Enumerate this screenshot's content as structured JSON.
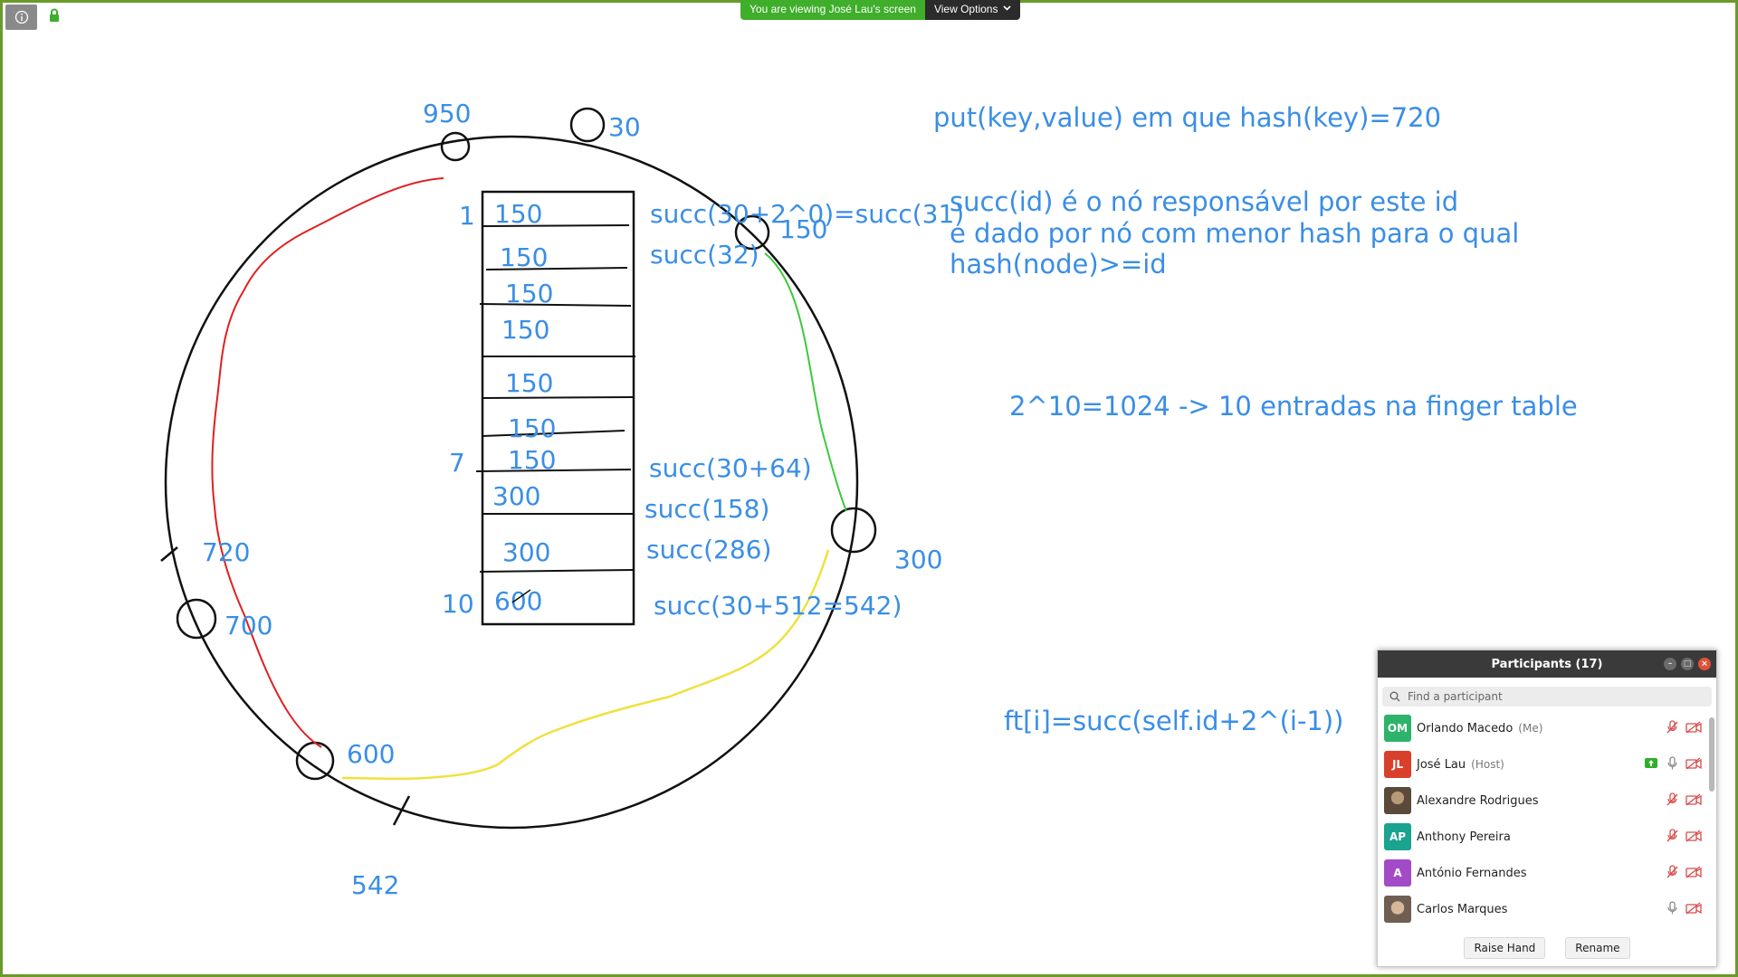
{
  "top_bar": {
    "viewing_message": "You are viewing José Lau's screen",
    "view_options_label": "View Options"
  },
  "whiteboard": {
    "ring_labels": [
      "950",
      "30",
      "150",
      "300",
      "720",
      "700",
      "600",
      "542"
    ],
    "table_index_labels": [
      "1",
      "7",
      "10"
    ],
    "finger_table_values": [
      "150",
      "150",
      "150",
      "150",
      "150",
      "150",
      "150",
      "300",
      "300",
      "600"
    ],
    "succ_annotations": [
      "succ(30+2^0)=succ(31)",
      "succ(32)",
      "succ(30+64)",
      "succ(158)",
      "succ(286)",
      "succ(30+512=542)"
    ],
    "notes": [
      "put(key,value) em que hash(key)=720",
      "succ(id) é o nó responsável por este id",
      "e dado por nó com menor hash para o qual",
      "hash(node)>=id",
      "2^10=1024 -> 10 entradas na finger table",
      "ft[i]=succ(self.id+2^(i-1))"
    ]
  },
  "participants_panel": {
    "title": "Participants (17)",
    "search_placeholder": "Find a participant",
    "participants": [
      {
        "initials": "OM",
        "name": "Orlando Macedo",
        "tag": "(Me)",
        "avatar_color": "#2db36b"
      },
      {
        "initials": "JL",
        "name": "José Lau",
        "tag": "(Host)",
        "avatar_color": "#d9402b"
      },
      {
        "initials": "",
        "name": "Alexandre Rodrigues",
        "tag": "",
        "avatar_color": "#6b5a48"
      },
      {
        "initials": "AP",
        "name": "Anthony Pereira",
        "tag": "",
        "avatar_color": "#1aa38f"
      },
      {
        "initials": "A",
        "name": "António Fernandes",
        "tag": "",
        "avatar_color": "#a34bc7"
      },
      {
        "initials": "",
        "name": "Carlos Marques",
        "tag": "",
        "avatar_color": "#8a7a6a"
      }
    ],
    "raise_hand_label": "Raise Hand",
    "rename_label": "Rename"
  },
  "colors": {
    "ink_blue": "#3a8ee6",
    "ink_black": "#111111",
    "ink_red": "#e02020",
    "ink_green": "#3ec83e",
    "ink_yellow": "#f0e040",
    "zoom_green": "#3fae2a"
  }
}
